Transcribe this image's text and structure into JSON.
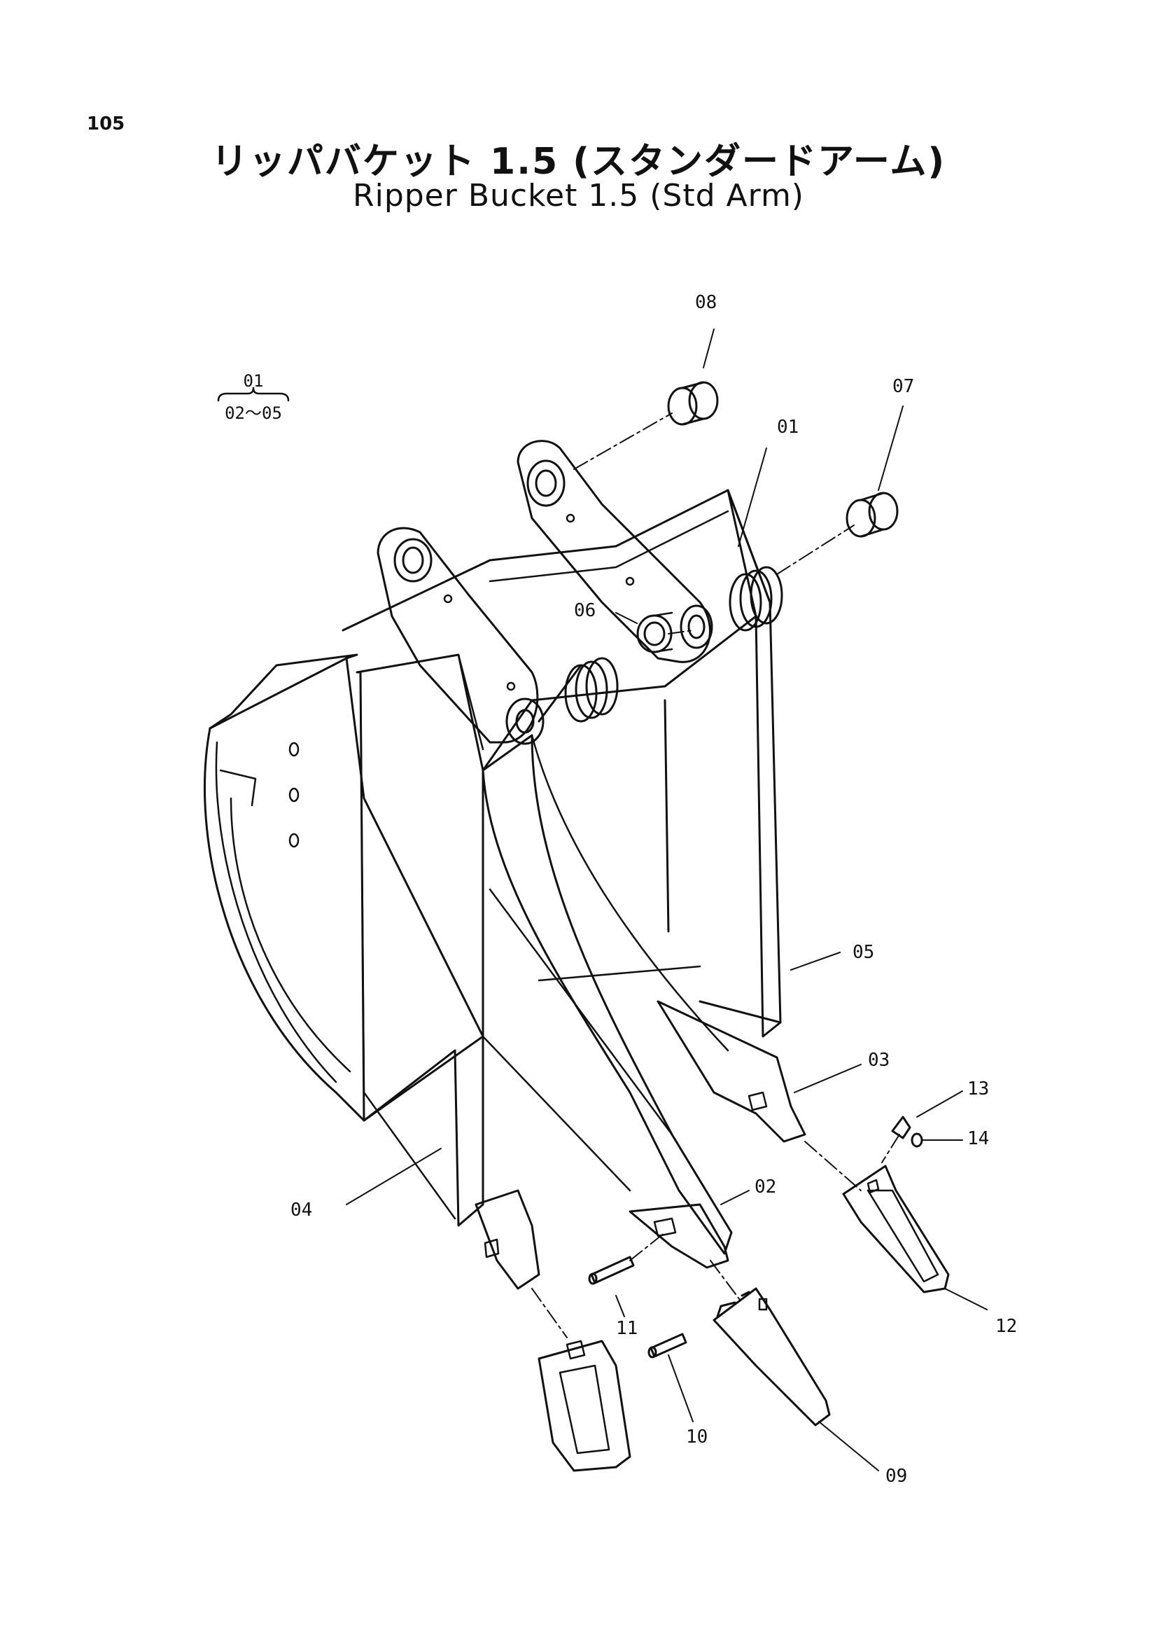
{
  "page": {
    "number": "105"
  },
  "title": {
    "japanese": "リッパバケット 1.5 (スタンダードアーム)",
    "english": "Ripper Bucket 1.5 (Std Arm)"
  },
  "assembly_note": {
    "top": "01",
    "bottom": "02～05"
  },
  "callouts": [
    "01",
    "02",
    "03",
    "04",
    "05",
    "06",
    "07",
    "08",
    "09",
    "10",
    "11",
    "12",
    "13",
    "14"
  ]
}
